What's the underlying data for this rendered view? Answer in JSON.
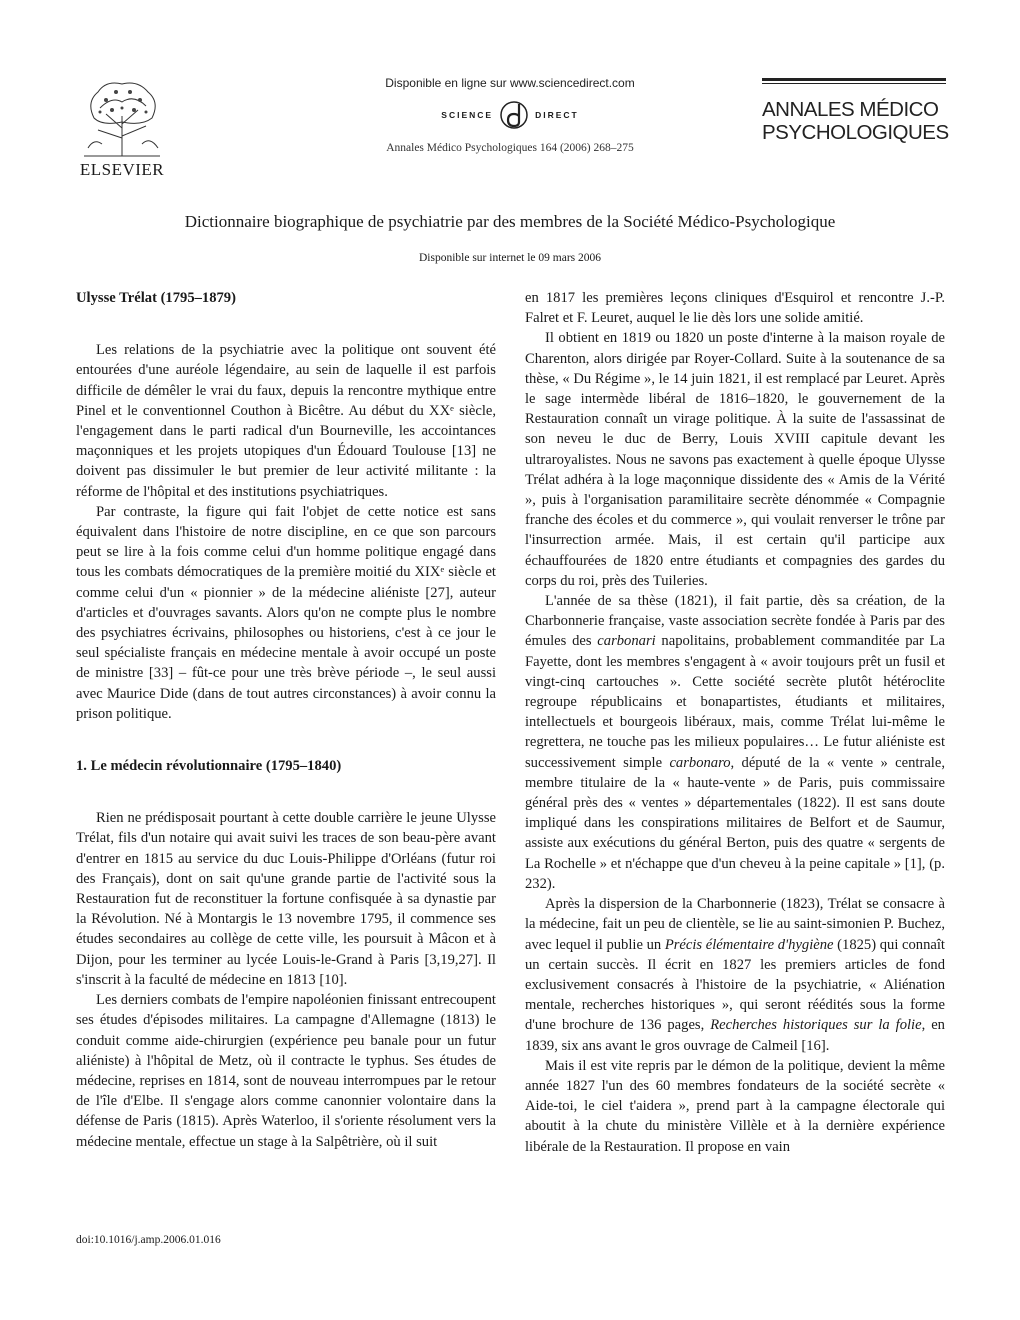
{
  "header": {
    "publisher": "ELSEVIER",
    "available_online": "Disponible en ligne sur www.sciencedirect.com",
    "sd_left": "SCIENCE",
    "sd_right": "DIRECT",
    "journal_reference": "Annales Médico Psychologiques 164 (2006) 268–275",
    "journal_title_line1": "ANNALES MÉDICO",
    "journal_title_line2": "PSYCHOLOGIQUES"
  },
  "document": {
    "title": "Dictionnaire biographique de psychiatrie par des membres de la Société Médico-Psychologique",
    "available": "Disponible sur internet le 09 mars 2006"
  },
  "left_column": {
    "section_title": "Ulysse Trélat (1795–1879)",
    "p1": "Les relations de la psychiatrie avec la politique ont souvent été entourées d'une auréole légendaire, au sein de laquelle il est parfois difficile de démêler le vrai du faux, depuis la rencontre mythique entre Pinel et le conventionnel Couthon à Bicêtre. Au début du XXᵉ siècle, l'engagement dans le parti radical d'un Bourneville, les accointances maçonniques et les projets utopiques d'un Édouard Toulouse [13] ne doivent pas dissimuler le but premier de leur activité militante : la réforme de l'hôpital et des institutions psychiatriques.",
    "p2": "Par contraste, la figure qui fait l'objet de cette notice est sans équivalent dans l'histoire de notre discipline, en ce que son parcours peut se lire à la fois comme celui d'un homme politique engagé dans tous les combats démocratiques de la première moitié du XIXᵉ siècle et comme celui d'un « pionnier » de la médecine aliéniste [27], auteur d'articles et d'ouvrages savants. Alors qu'on ne compte plus le nombre des psychiatres écrivains, philosophes ou historiens, c'est à ce jour le seul spécialiste français en médecine mentale à avoir occupé un poste de ministre [33] – fût-ce pour une très brève période –, le seul aussi avec Maurice Dide (dans de tout autres circonstances) à avoir connu la prison politique.",
    "heading1": "1. Le médecin révolutionnaire (1795–1840)",
    "p3": "Rien ne prédisposait pourtant à cette double carrière le jeune Ulysse Trélat, fils d'un notaire qui avait suivi les traces de son beau-père avant d'entrer en 1815 au service du duc Louis-Philippe d'Orléans (futur roi des Français), dont on sait qu'une grande partie de l'activité sous la Restauration fut de reconstituer la fortune confisquée à sa dynastie par la Révolution. Né à Montargis le 13 novembre 1795, il commence ses études secondaires au collège de cette ville, les poursuit à Mâcon et à Dijon, pour les terminer au lycée Louis-le-Grand à Paris [3,19,27]. Il s'inscrit à la faculté de médecine en 1813 [10].",
    "p4": "Les derniers combats de l'empire napoléonien finissant entrecoupent ses études d'épisodes militaires. La campagne d'Allemagne (1813) le conduit comme aide-chirurgien (expérience peu banale pour un futur aliéniste) à l'hôpital de Metz, où il contracte le typhus. Ses études de médecine, reprises en 1814, sont de nouveau interrompues par le retour de l'île d'Elbe. Il s'engage alors comme canonnier volontaire dans la défense de Paris (1815). Après Waterloo, il s'oriente résolument vers la médecine mentale, effectue un stage à la Salpêtrière, où il suit"
  },
  "right_column": {
    "p1": "en 1817 les premières leçons cliniques d'Esquirol et rencontre J.-P. Falret et F. Leuret, auquel le lie dès lors une solide amitié.",
    "p2": "Il obtient en 1819 ou 1820 un poste d'interne à la maison royale de Charenton, alors dirigée par Royer-Collard. Suite à la soutenance de sa thèse, « Du Régime », le 14 juin 1821, il est remplacé par Leuret. Après le sage intermède libéral de 1816–1820, le gouvernement de la Restauration connaît un virage politique. À la suite de l'assassinat de son neveu le duc de Berry, Louis XVIII capitule devant les ultraroyalistes. Nous ne savons pas exactement à quelle époque Ulysse Trélat adhéra à la loge maçonnique dissidente des « Amis de la Vérité », puis à l'organisation paramilitaire secrète dénommée « Compagnie franche des écoles et du commerce », qui voulait renverser le trône par l'insurrection armée. Mais, il est certain qu'il participe aux échauffourées de 1820 entre étudiants et compagnies des gardes du corps du roi, près des Tuileries.",
    "p3_a": "L'année de sa thèse (1821), il fait partie, dès sa création, de la Charbonnerie française, vaste association secrète fondée à Paris par des émules des ",
    "p3_em1": "carbonari",
    "p3_b": " napolitains, probablement commanditée par La Fayette, dont les membres s'engagent à « avoir toujours prêt un fusil et vingt-cinq cartouches ». Cette société secrète plutôt hétéroclite regroupe républicains et bonapartistes, étudiants et militaires, intellectuels et bourgeois libéraux, mais, comme Trélat lui-même le regrettera, ne touche pas les milieux populaires… Le futur aliéniste est successivement simple ",
    "p3_em2": "carbonaro",
    "p3_c": ", député de la « vente » centrale, membre titulaire de la « haute-vente » de Paris, puis commissaire général près des « ventes » départementales (1822). Il est sans doute impliqué dans les conspirations militaires de Belfort et de Saumur, assiste aux exécutions du général Berton, puis des quatre « sergents de La Rochelle » et n'échappe que d'un cheveu à la peine capitale » [1], (p. 232).",
    "p4_a": "Après la dispersion de la Charbonnerie (1823), Trélat se consacre à la médecine, fait un peu de clientèle, se lie au saint-simonien P. Buchez, avec lequel il publie un ",
    "p4_em1": "Précis élémentaire d'hygiène",
    "p4_b": " (1825) qui connaît un certain succès. Il écrit en 1827 les premiers articles de fond exclusivement consacrés à l'histoire de la psychiatrie, « Aliénation mentale, recherches historiques », qui seront réédités sous la forme d'une brochure de 136 pages, ",
    "p4_em2": "Recherches historiques sur la folie",
    "p4_c": ", en 1839, six ans avant le gros ouvrage de Calmeil [16].",
    "p5": "Mais il est vite repris par le démon de la politique, devient la même année 1827 l'un des 60 membres fondateurs de la société secrète « Aide-toi, le ciel t'aidera », prend part à la campagne électorale qui aboutit à la chute du ministère Villèle et à la dernière expérience libérale de la Restauration. Il propose en vain"
  },
  "footer": {
    "doi": "doi:10.1016/j.amp.2006.01.016"
  }
}
